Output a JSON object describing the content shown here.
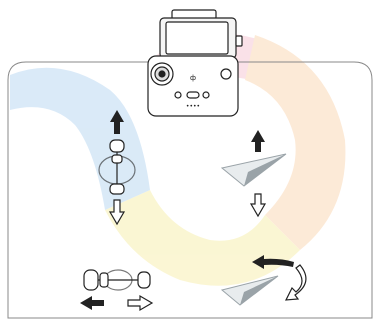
{
  "diagram": {
    "colors": {
      "line": "#222222",
      "frame": "#888888",
      "pink": "#f7c9d6",
      "orange": "#fbd9b8",
      "yellow": "#f7efb0",
      "blue": "#bcd9f2",
      "plane_dark": "#9aa3a8",
      "plane_light": "#e8ecee"
    },
    "controller": {
      "brand_icon": "dji-logo-icon",
      "dots": "••••"
    },
    "panels": [
      {
        "id": "stick-up-down",
        "stick_icon": "stick-vertical-icon",
        "arrows": [
          "filled-up",
          "outline-down"
        ]
      },
      {
        "id": "aircraft-ascend-descend",
        "plane_icon": "paper-plane-icon",
        "arrows": [
          "filled-up",
          "outline-down"
        ]
      },
      {
        "id": "stick-left-right",
        "stick_icon": "stick-horizontal-icon",
        "arrows": [
          "filled-left",
          "outline-right"
        ]
      },
      {
        "id": "aircraft-rotate",
        "plane_icon": "paper-plane-icon",
        "arrows": [
          "filled-curve-left",
          "outline-curve-right"
        ]
      }
    ]
  }
}
